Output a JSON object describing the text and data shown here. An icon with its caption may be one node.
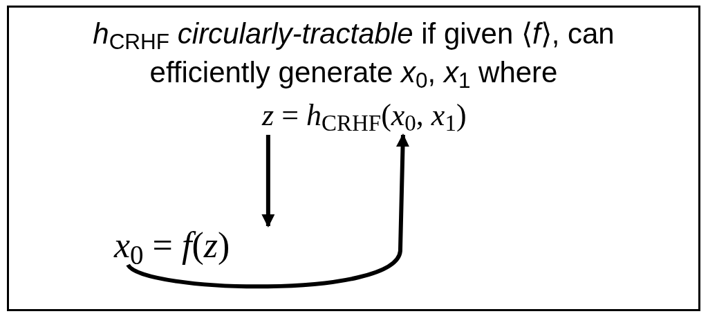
{
  "diagram": {
    "nodes": [
      {
        "text": [
          "*h*$_{CRHF}$ *circularly-tractable* if given ⟨*f*⟩, can efficiently generate *x*$_{0}$, *x*$_{1}$ where"
        ]
      },
      {
        "text": [
          "*z* = *h*$_{CRHF}$(*x*$_{0}$, *x*$_{1}$)"
        ],
        "in": 0
      },
      {
        "text": [
          "*x*$_{0}$ = *f*(*z*)"
        ],
        "in": 0
      }
    ],
    "edges": [
      {
        "from": 1,
        "to": 2,
        "arrow": "to"
      },
      {
        "from": 2,
        "to": 1,
        "arrow": "to"
      }
    ]
  }
}
